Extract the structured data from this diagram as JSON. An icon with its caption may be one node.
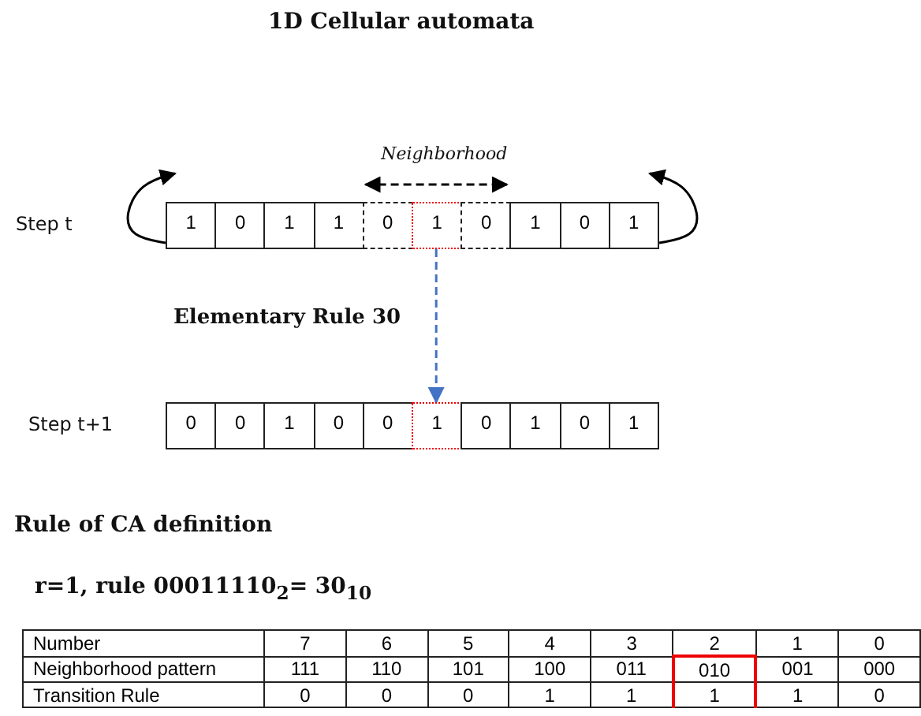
{
  "diagram": {
    "title": "1D Cellular automata",
    "nodes": [
      {
        "text": [
          "1"
        ]
      },
      {
        "text": [
          "0"
        ]
      },
      {
        "text": [
          "1"
        ]
      },
      {
        "text": [
          "1"
        ]
      },
      {
        "text": [
          "0"
        ]
      },
      {
        "text": [
          "1"
        ]
      },
      {
        "text": [
          "0"
        ]
      },
      {
        "text": [
          "1"
        ]
      },
      {
        "text": [
          "0"
        ]
      },
      {
        "text": [
          "1"
        ]
      },
      {
        "text": [
          "0"
        ]
      },
      {
        "text": [
          "0"
        ]
      },
      {
        "text": [
          "1"
        ]
      },
      {
        "text": [
          "0"
        ]
      },
      {
        "text": [
          "0"
        ]
      },
      {
        "text": [
          "1"
        ]
      },
      {
        "text": [
          "0"
        ]
      },
      {
        "text": [
          "1"
        ]
      },
      {
        "text": [
          "0"
        ]
      },
      {
        "text": [
          "1"
        ]
      }
    ],
    "edges": [
      {
        "from": 4,
        "to": 6,
        "arrow": "both",
        "label": "Neighborhood",
        "style": "dashed"
      },
      {
        "from": 5,
        "to": 15,
        "arrow": "to",
        "style": "dashed",
        "color": "#4472c4"
      },
      {
        "from": 0,
        "to": null,
        "arrow": "to"
      },
      {
        "from": 9,
        "to": null,
        "arrow": "to"
      }
    ],
    "labels": [
      "Step t",
      "Elementary Rule 30",
      "Step t+1",
      "Rule of CA definition",
      "r=1, rule 00011110$_{2}$= 30$_{10}$",
      "Number",
      "7",
      "6",
      "5",
      "4",
      "3",
      "2",
      "1",
      "0",
      "Neighborhood pattern",
      "111",
      "110",
      "101",
      "100",
      "011",
      "010",
      "001",
      "000",
      "Transition Rule",
      "0",
      "0",
      "0",
      "1",
      "1",
      "1",
      "1",
      "0"
    ]
  }
}
